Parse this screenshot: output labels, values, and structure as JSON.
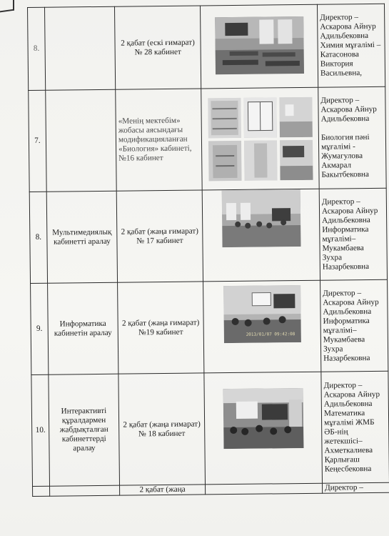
{
  "rows": [
    {
      "num": "8.",
      "event": "",
      "location": "2 қабат  (ескі ғимарат)  № 28 кабинет",
      "person": "Директор  – Аскарова Айнур Адильбековна Химия мұғалімі – Катасонова Виктория Васильевна,"
    },
    {
      "num": "7.",
      "event": "",
      "location": "«Менің мектебім» жобасы аясындағы модификацияланған «Биология» кабинеті, №16 кабинет",
      "person_lines": [
        "Директор  – Аскарова Айнур Адильбековна",
        "Биология пәні мұғалімі - Жумагулова Акмарал Бакытбековна"
      ]
    },
    {
      "num": "8.",
      "event": "Мультимедиялық кабинетті аралау",
      "location": "2 қабат (жаңа ғимарат)  № 17 кабинет",
      "person": "Директор  – Аскарова Айнур Адильбековна Информатика мұғалімі– Мукамбаева Зухра Назарбековна"
    },
    {
      "num": "9.",
      "event": "Информатика кабинетін аралау",
      "location": "2 қабат (жаңа ғимарат) №19 кабинет",
      "person": "Директор  – Аскарова Айнур Адильбековна Информатика мұғалімі– Мукамбаева Зухра Назарбековна"
    },
    {
      "num": "10.",
      "event": "Интерактивті құралдармен жабдықталған кабинеттерді аралау",
      "location": "2 қабат (жаңа ғимарат) № 18 кабинет",
      "person": "Директор  – Аскарова Айнур Адильбековна Математика мұғалімі ЖМБ ӘБ-нің жетекшісі– Ахметкалиева Қарлығаш Кеңесбековна"
    },
    {
      "num": "",
      "event": "",
      "location": "2 қабат (жаңа",
      "person": "Директор  –"
    }
  ],
  "photo_stamps": {
    "row9": "2013/01/07 09:42:08"
  }
}
